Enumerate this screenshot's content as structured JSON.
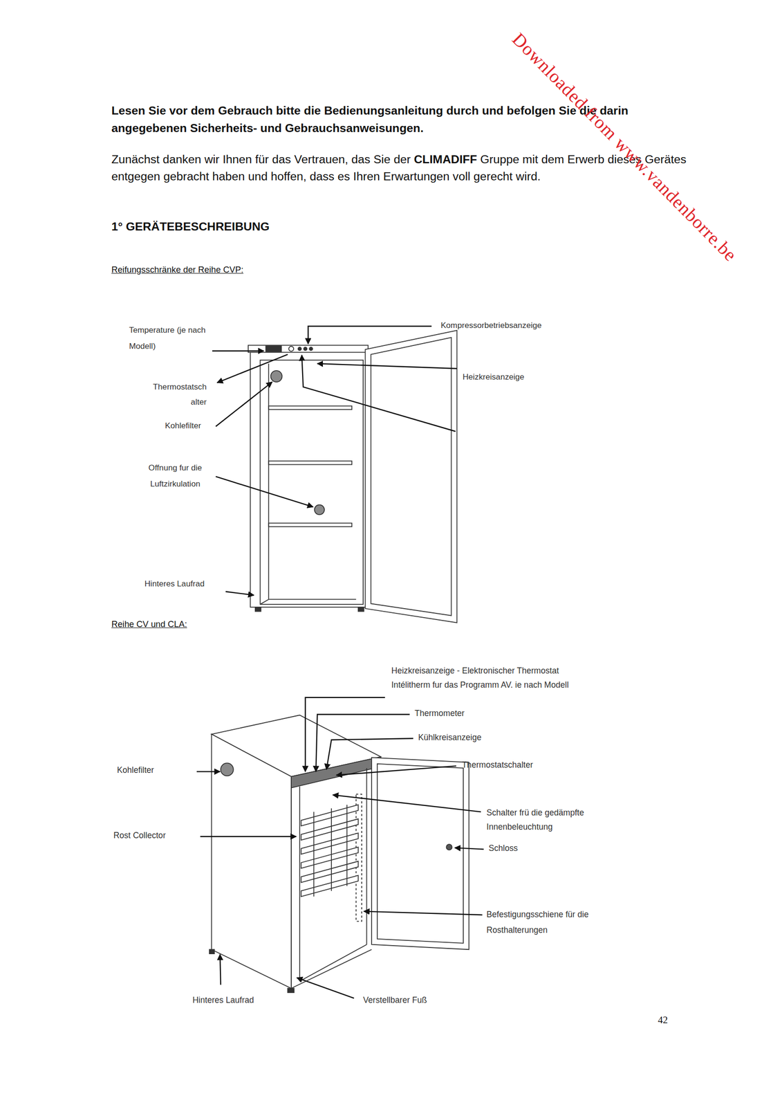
{
  "diagram": {
    "labels": [
      "Lesen Sie vor dem Gebrauch bitte die Bedienungsanleitung durch und befolgen Sie die darin angegebenen Sicherheits- und Gebrauchsanweisungen.",
      "Zunächst danken wir Ihnen für das Vertrauen, das Sie der CLIMADIFF Gruppe mit dem Erwerb dieses Gerätes entgegen gebracht haben und hoffen, dass es Ihren Erwartungen voll gerecht wird.",
      "1° GERÄTEBESCHREIBUNG",
      "Reifungsschränke der Reihe CVP:",
      "Temperature (je nach Modell)",
      "Kompressorbetriebsanzeige",
      "Heizkreisanzeige",
      "Thermostatsch alter",
      "Kohlefilter",
      "Offnung fur die Luftzirkulation",
      "Hinteres Laufrad",
      "Reihe CV und CLA:",
      "Heizkreisanzeige - Elektronischer Thermostat Intélitherm fur das Programm AV. ie nach Modell",
      "Thermometer",
      "Kühlkreisanzeige",
      "Thermostatschalter",
      "Schalter frü die gedämpfte Innenbeleuchtung",
      "Schloss",
      "Befestigungsschiene für die Rosthalterungen",
      "Kohlefilter",
      "Rost Collector",
      "Hinteres Laufrad",
      "Verstellbarer Fuß",
      "42",
      "Downloaded from www.vandenborre.be"
    ]
  }
}
